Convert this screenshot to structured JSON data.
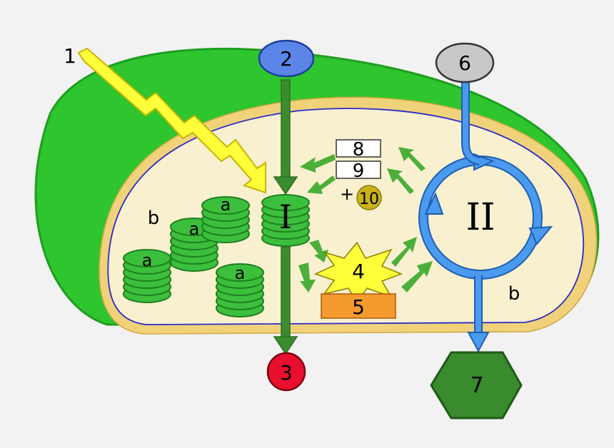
{
  "labels": {
    "light": "1",
    "input_top": "2",
    "output_bottom": "3",
    "star": "4",
    "rect_orange": "5",
    "input_right": "6",
    "hexagon": "7",
    "box_top": "8",
    "box_bottom": "9",
    "plus": "+",
    "yellow_circle": "10",
    "roman_one": "I",
    "roman_two": "II",
    "stack": "a",
    "region": "b"
  },
  "colors": {
    "background": "#f2f2f2",
    "outer_green": "#2ec52e",
    "outer_green_dark": "#1f9e1f",
    "membrane": "#f0d27a",
    "stroma": "#f8f0cf",
    "inner_line": "#2b2bc9",
    "thylakoid": "#3cbf3c",
    "thylakoid_dark": "#1f7f1f",
    "arrow_dark_green": "#3b8c2f",
    "arrow_light_green": "#4caf3a",
    "blue": "#4a9af0",
    "blue_dark": "#1d5fb0",
    "node_blue": "#5b86e8",
    "node_red": "#e8102e",
    "node_grey": "#c8c8c8",
    "hex_green": "#3a8a2e",
    "orange": "#f59a2f",
    "yellow": "#ffff3a",
    "olive": "#c9b11a"
  }
}
